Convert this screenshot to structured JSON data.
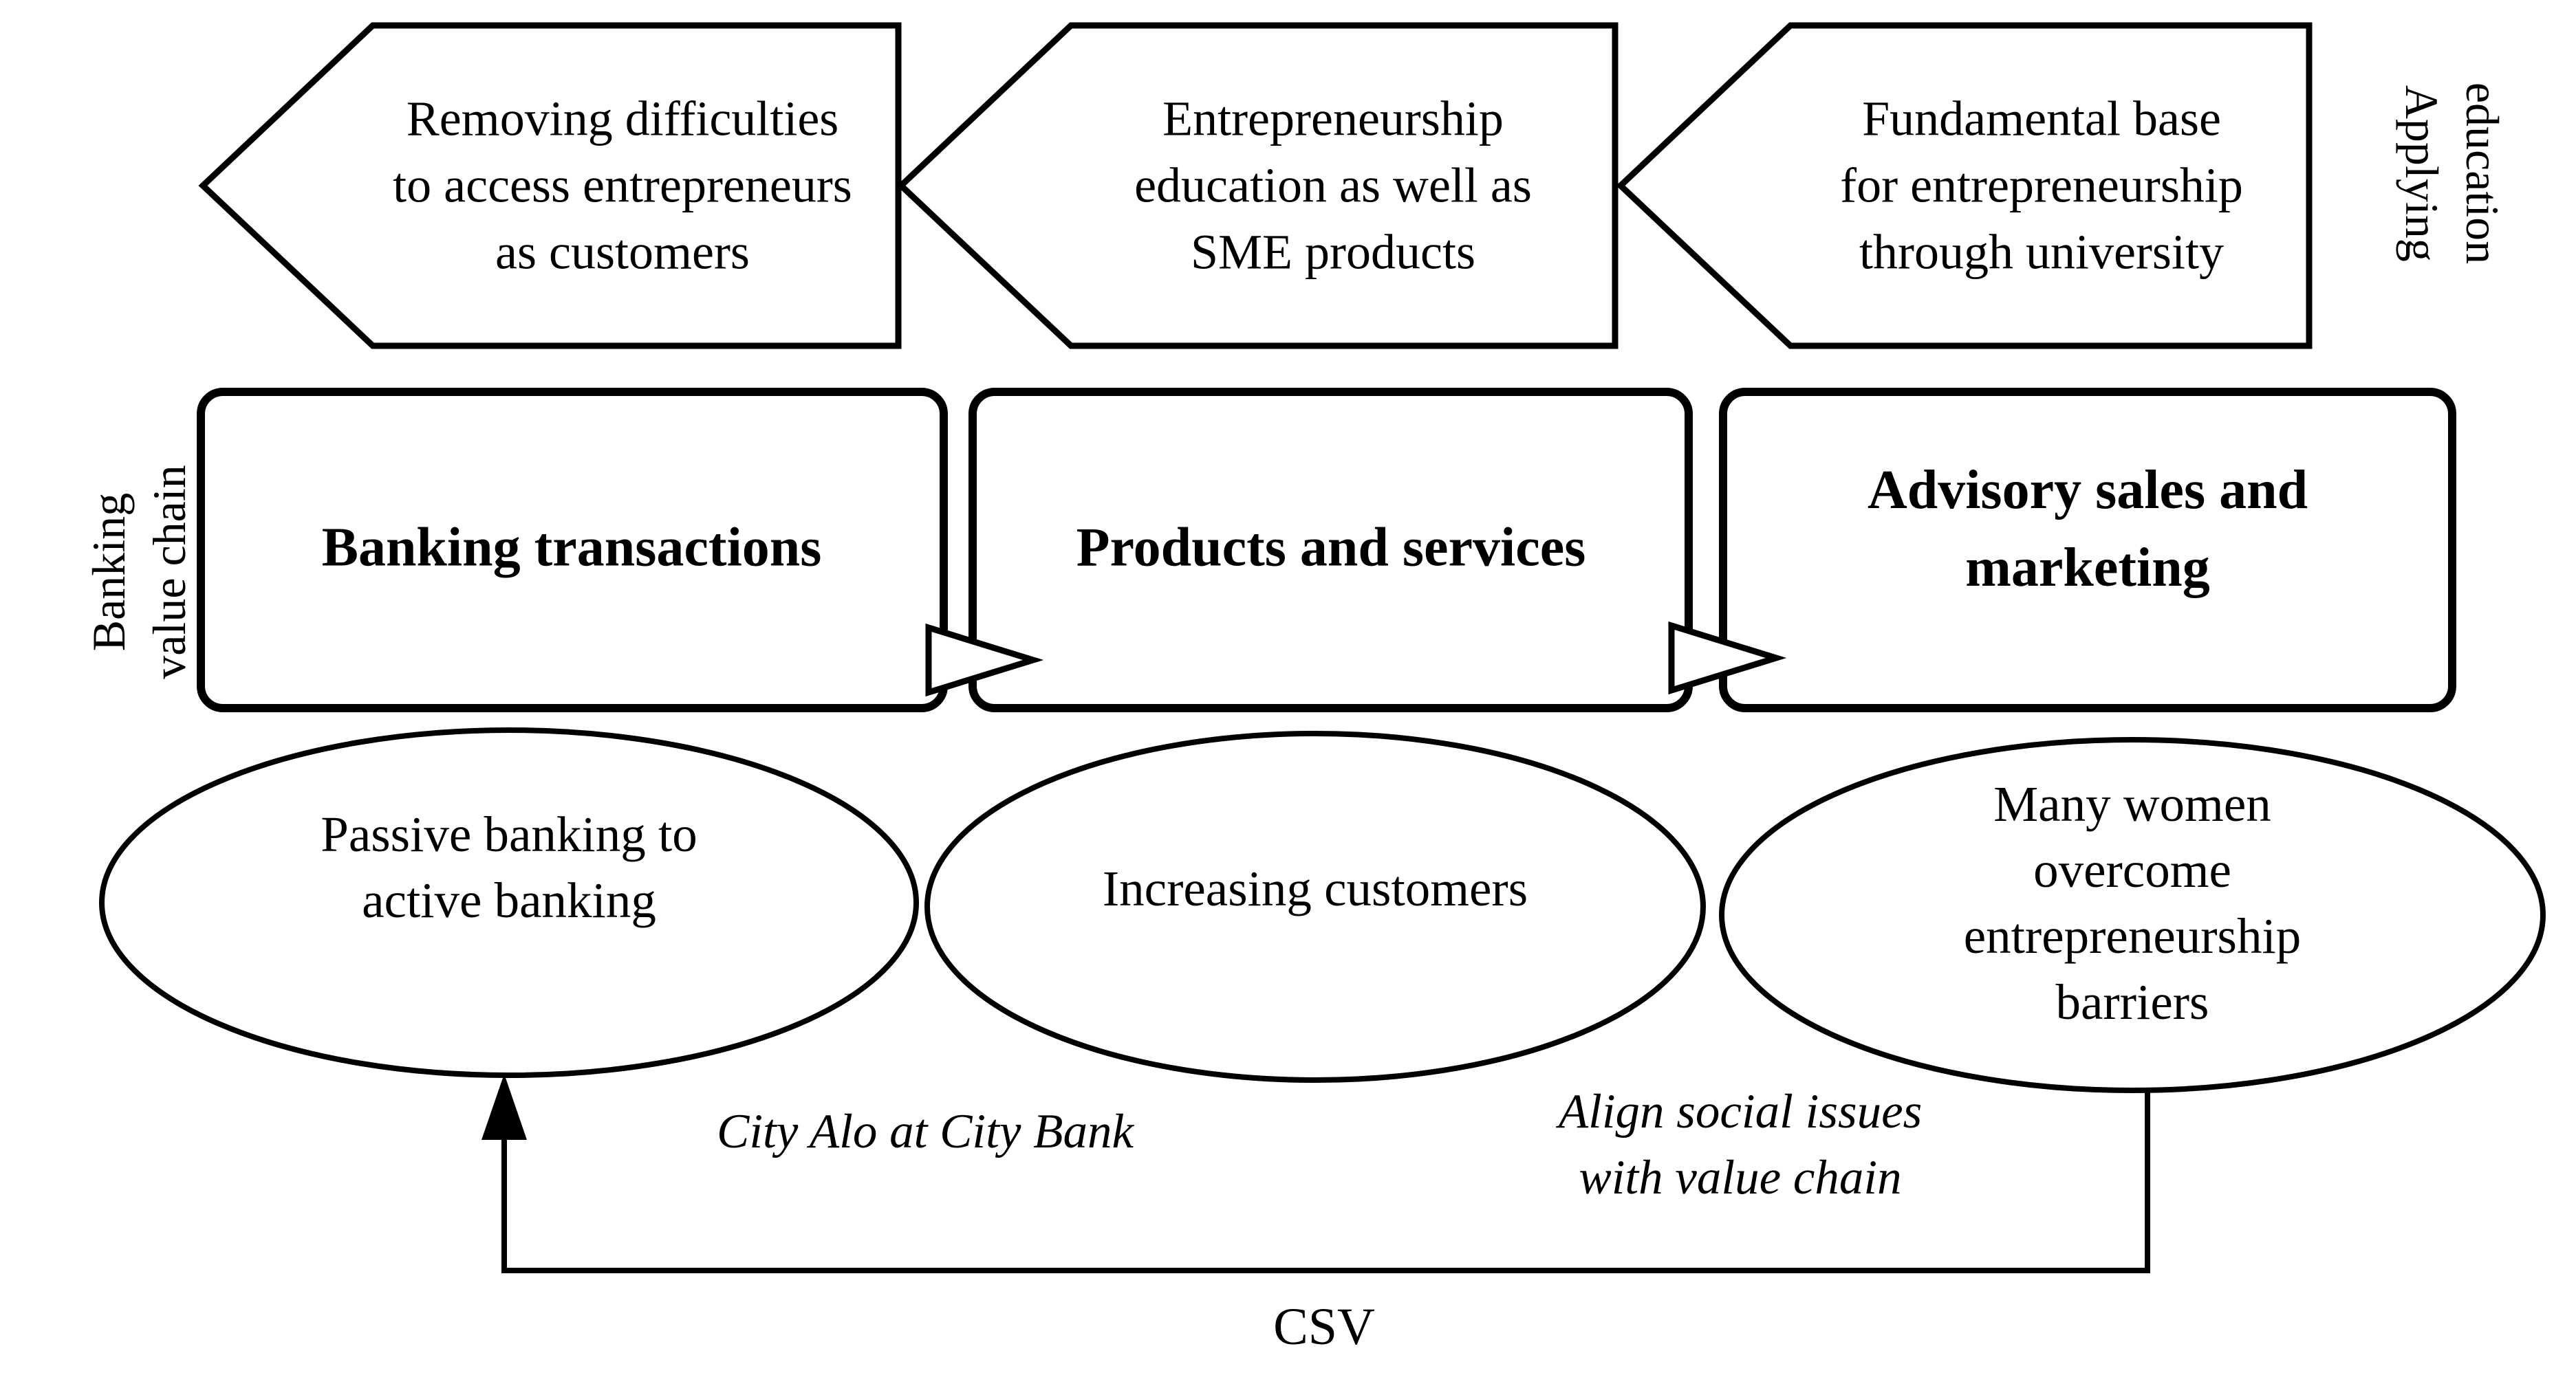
{
  "figure": {
    "type": "flow-diagram",
    "colors": {
      "stroke": "#000000",
      "shape_fill": "#ffffff",
      "text": "#000000",
      "background": "#ffffff"
    },
    "left_axis_label": "Banking\nvalue chain",
    "right_axis_label": "Applying\neducation",
    "education_arrows": [
      {
        "label": "Removing difficulties\nto access entrepreneurs\nas customers"
      },
      {
        "label": "Entrepreneurship\neducation as well as\nSME products"
      },
      {
        "label": "Fundamental base\nfor entrepreneurship\nthrough university"
      }
    ],
    "value_chain_stages": [
      {
        "label": "Banking transactions"
      },
      {
        "label": "Products and services"
      },
      {
        "label": "Advisory sales and\nmarketing"
      }
    ],
    "outcomes": [
      {
        "label": "Passive banking to\nactive banking"
      },
      {
        "label": "Increasing customers"
      },
      {
        "label": "Many women overcome\nentrepreneurship\nbarriers"
      }
    ],
    "annotations": {
      "program_note": "City Alo at City Bank",
      "alignment_note": "Align social issues\nwith value chain",
      "feedback_label": "CSV"
    }
  }
}
